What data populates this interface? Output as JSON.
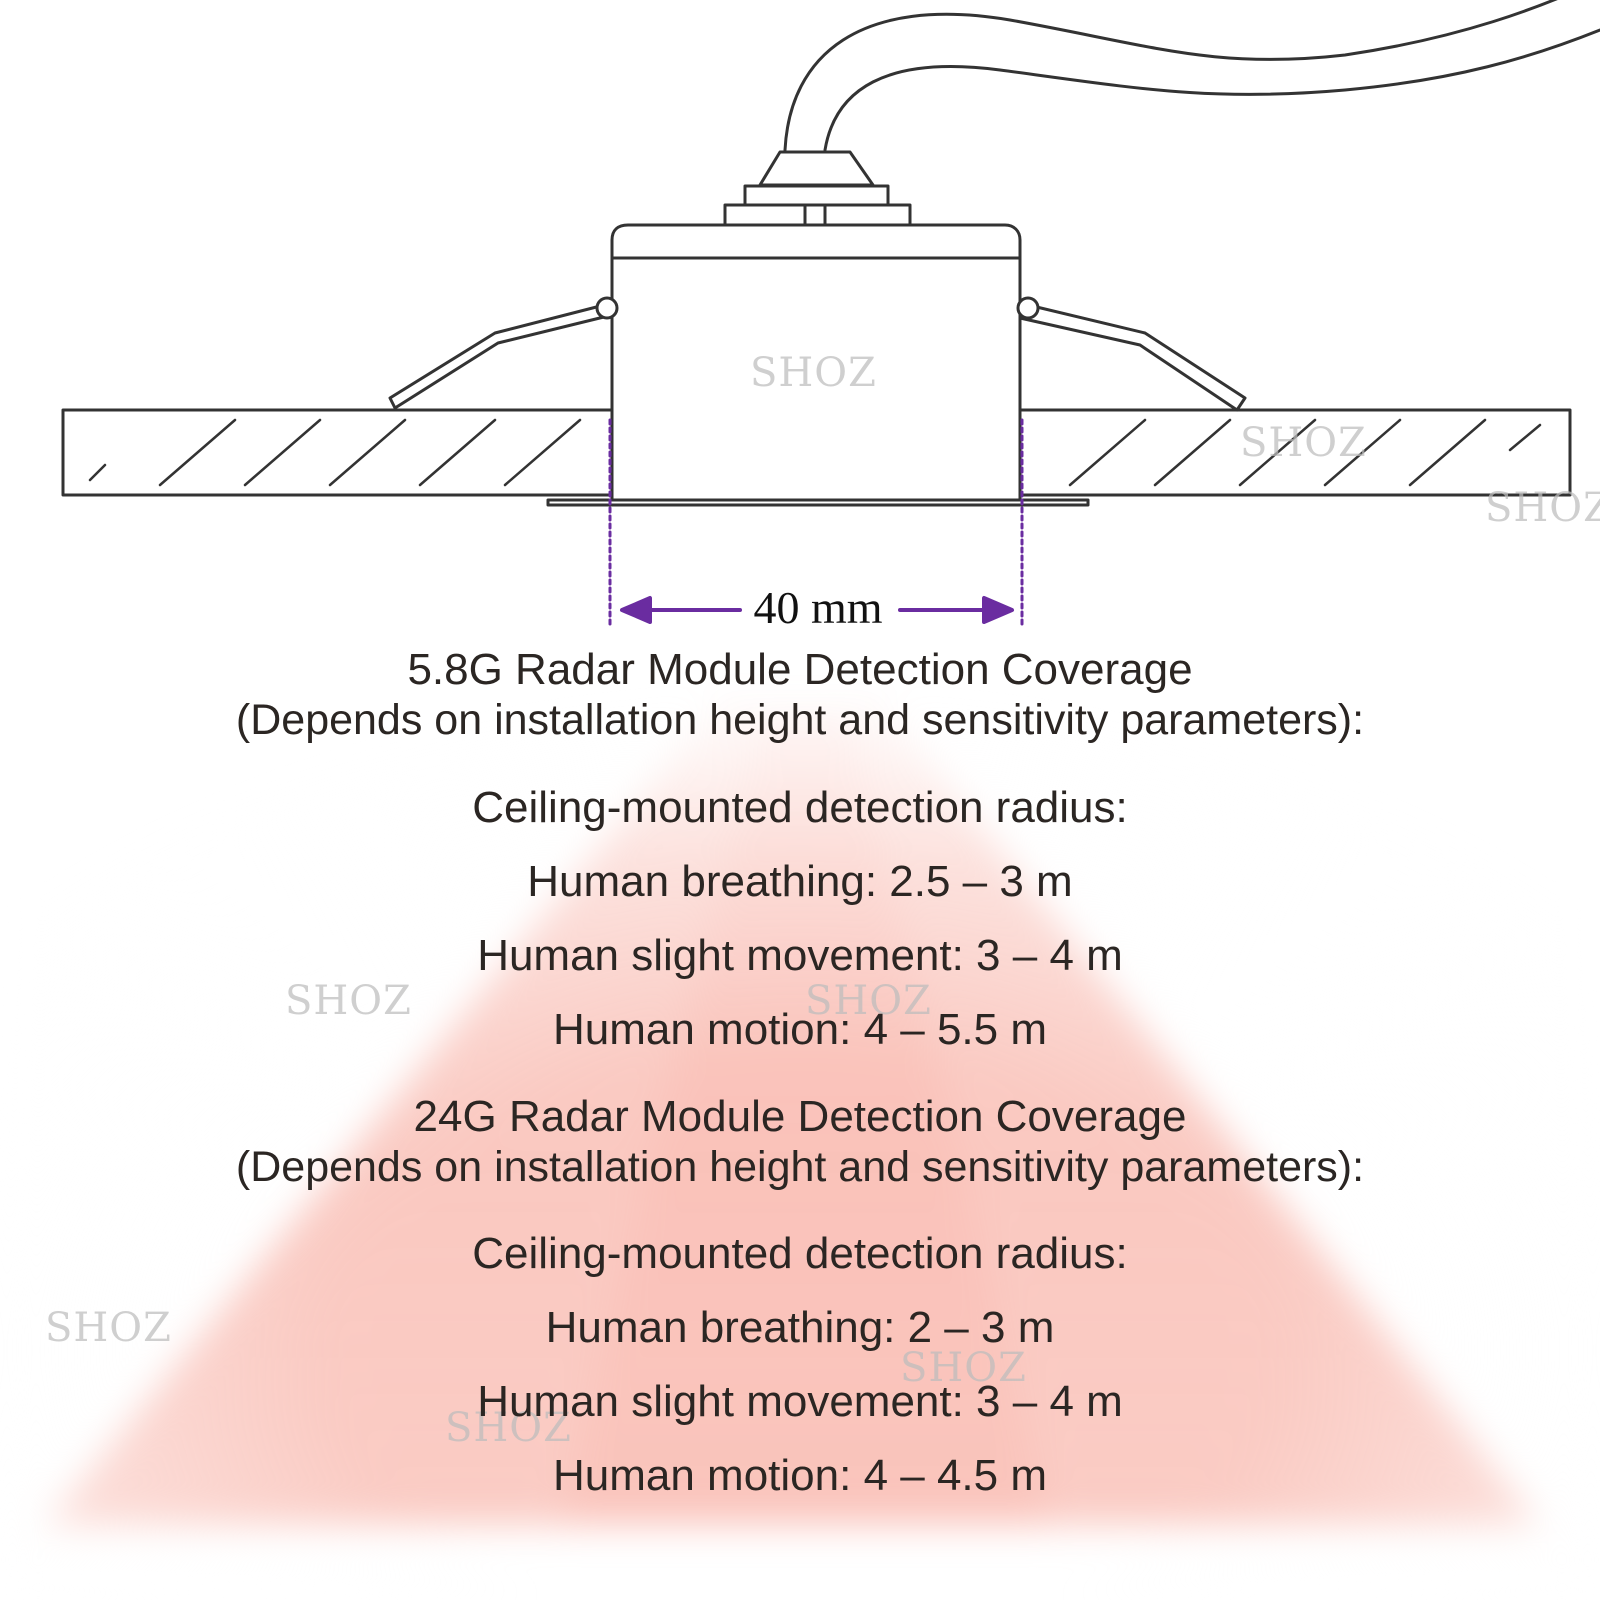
{
  "watermark_text": "SHOZ",
  "dimension": {
    "value_label": "40 mm"
  },
  "coverage_5_8g": {
    "title": "5.8G Radar Module Detection Coverage",
    "subtitle": "(Depends on installation height and sensitivity parameters):",
    "radius_heading": "Ceiling-mounted detection radius:",
    "breathing": "Human breathing: 2.5 – 3 m",
    "slight_movement": "Human slight movement: 3 – 4 m",
    "motion": "Human motion: 4 – 5.5 m"
  },
  "coverage_24g": {
    "title": "24G Radar Module Detection Coverage",
    "subtitle": "(Depends on installation height and sensitivity parameters):",
    "radius_heading": "Ceiling-mounted detection radius:",
    "breathing": "Human breathing: 2 – 3 m",
    "slight_movement": "Human slight movement: 3 – 4 m",
    "motion": "Human motion: 4 – 4.5 m"
  },
  "colors": {
    "beam": "#f7a79a",
    "dimension_arrow": "#6a2ca0",
    "text": "#2b2623",
    "line": "#333333"
  }
}
